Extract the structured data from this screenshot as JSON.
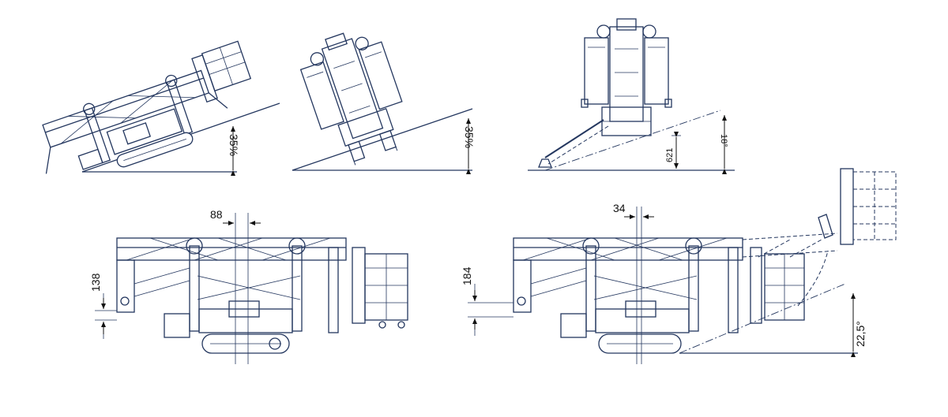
{
  "views": {
    "side_slope": {
      "angle_label": "35%"
    },
    "front_slope": {
      "angle_label": "35%"
    },
    "front_outrigger": {
      "height_label": "621",
      "angle_label": "18°"
    },
    "side_stowed": {
      "offset_label": "88",
      "height_label": "138"
    },
    "side_rotated": {
      "offset_label": "34",
      "height_label": "184",
      "angle_label": "22,5°"
    }
  },
  "colors": {
    "line": "#24375f",
    "dimension": "#111111",
    "background": "#ffffff"
  }
}
